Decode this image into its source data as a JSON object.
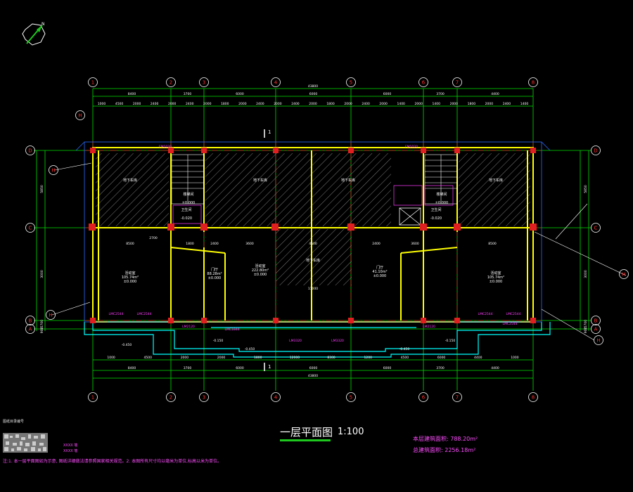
{
  "drawing": {
    "title": "一层平面图",
    "scale": "1:100",
    "area_lines": [
      "本层建筑面积: 788.20m²",
      "总建筑面积: 2256.18m²"
    ],
    "note": "注:1. 本一层平面图如为示意, 图纸详细做法请参照国家相关规范。2. 本图所有尺寸均以毫米为单位,标高以米为单位。",
    "small_label": "图纸目录编号",
    "legend_lines": [
      "XXXX 墙",
      "XXXX 墙"
    ]
  },
  "axes": {
    "columns": [
      "1",
      "2",
      "3",
      "4",
      "5",
      "6",
      "7",
      "8"
    ],
    "rows": [
      "D",
      "C",
      "B",
      "A"
    ],
    "extra_tags": [
      "H",
      "H",
      "H",
      "H",
      "H"
    ]
  },
  "dims": {
    "overall": "43800",
    "top_segments": [
      "8400",
      "3700",
      "6000",
      "6000",
      "6000",
      "3700",
      "4400"
    ],
    "top_detail": [
      "1000",
      "4500",
      "2000",
      "2400",
      "2000",
      "2400",
      "2000",
      "1800",
      "2000",
      "2400",
      "2000",
      "2400",
      "2000",
      "1800",
      "2000",
      "2400",
      "2000",
      "1400",
      "2000",
      "1400",
      "2000",
      "1800",
      "2000",
      "2400",
      "1400"
    ],
    "bottom_segments": [
      "8400",
      "3700",
      "6000",
      "6000",
      "6000",
      "3700",
      "4400"
    ],
    "bottom_detail": [
      "1000",
      "4500",
      "2000",
      "2000",
      "1800",
      "12000",
      "8300",
      "1200",
      "4500",
      "6000",
      "4400",
      "1000"
    ],
    "left_segments": [
      "5850",
      "3000",
      "15700",
      "900"
    ],
    "right_segments": [
      "5850",
      "3000",
      "15700",
      "900"
    ],
    "internal": [
      "8500",
      "1800",
      "2400",
      "3600",
      "4500",
      "2400",
      "3600",
      "8500",
      "11000",
      "2700"
    ]
  },
  "rooms": [
    {
      "name": "活动室",
      "area": "105.74m²",
      "level": "±0.000"
    },
    {
      "name": "活动室",
      "area": "222.80m²",
      "level": "±0.000"
    },
    {
      "name": "门厅",
      "area": "88.28m²",
      "level": "±0.000"
    },
    {
      "name": "门厅",
      "area": "41.10m²",
      "level": "±0.000"
    },
    {
      "name": "活动室",
      "area": "105.74m²",
      "level": "±0.000"
    },
    {
      "name": "楼梯间",
      "area": "",
      "level": "±0.000"
    },
    {
      "name": "楼梯间",
      "area": "",
      "level": "±0.000"
    },
    {
      "name": "卫生间",
      "area": "",
      "level": "-0.020"
    },
    {
      "name": "卫生间",
      "area": "",
      "level": "-0.020"
    }
  ],
  "hatch_labels": [
    "地下车库",
    "地下车库",
    "地下车库",
    "地下车库",
    "地下车库"
  ],
  "windows": [
    "LMC2544",
    "LMC2544",
    "LMC2544",
    "LMC2544",
    "LMC2544",
    "LM2120",
    "LM2120",
    "LM3320",
    "LM3320",
    "LMC1844",
    "FM1020",
    "FM1020"
  ],
  "levels": [
    "-0.450",
    "-0.450",
    "-0.450",
    "-0.150",
    "-0.150"
  ],
  "section_marks": [
    "1",
    "1"
  ],
  "colors": {
    "background": "#000000",
    "walls": "#ffff00",
    "dims": "#00ff00",
    "axis": "#ff2a2a",
    "axis_circle": "#ffffff",
    "column": "#ff1a1a",
    "hatch": "#808080",
    "cyan": "#00ffff",
    "magenta": "#ff3cff",
    "blue": "#2a6bff"
  }
}
